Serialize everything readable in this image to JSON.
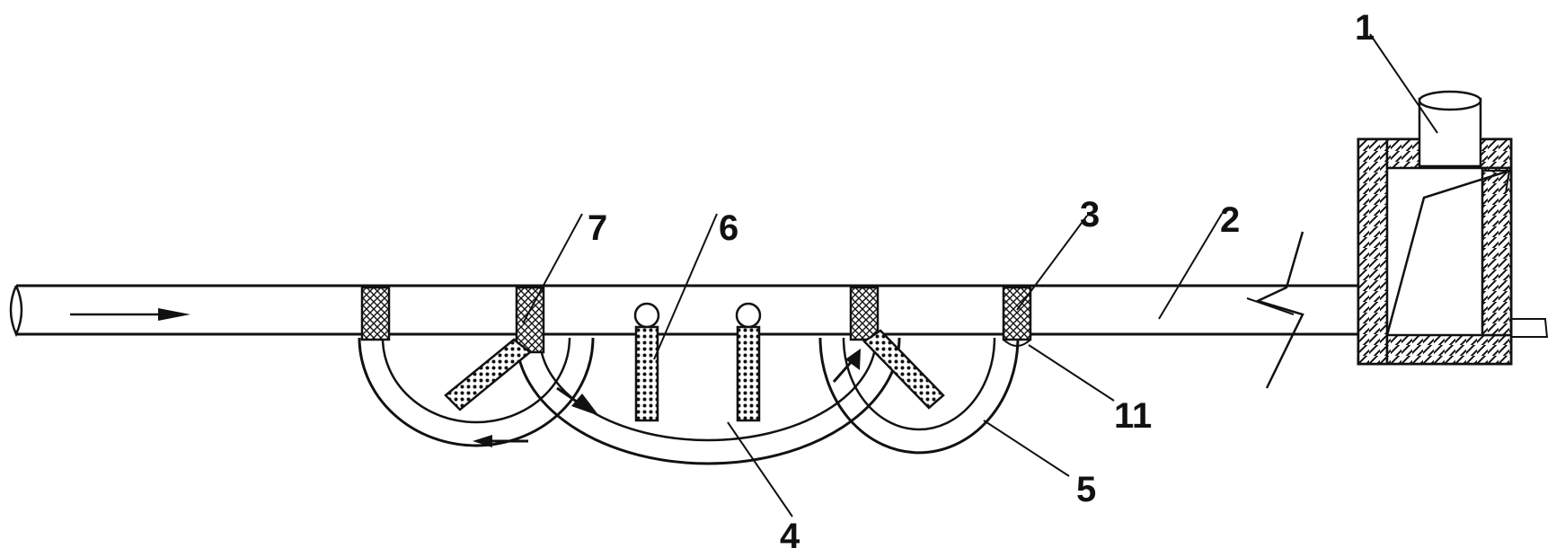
{
  "labels": {
    "l1": "1",
    "l2": "2",
    "l3": "3",
    "l4": "4",
    "l5": "5",
    "l6": "6",
    "l7": "7",
    "l11": "11"
  },
  "colors": {
    "ink": "#111111",
    "background": "#ffffff"
  }
}
